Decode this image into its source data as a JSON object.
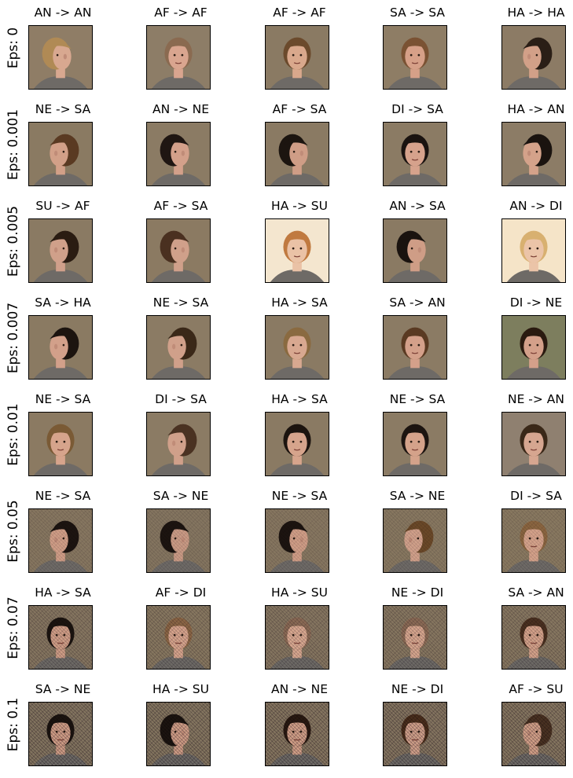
{
  "figure": {
    "rows": [
      {
        "eps_label": "Eps: 0",
        "cells": [
          {
            "title": "AN -> AN",
            "bg": "#8f7d66",
            "hair": "#b08a55",
            "skin": "#d8a890",
            "view": "left"
          },
          {
            "title": "AF -> AF",
            "bg": "#8d7d67",
            "hair": "#8a6a50",
            "skin": "#d9a58f",
            "view": "front"
          },
          {
            "title": "AF -> AF",
            "bg": "#8a7a63",
            "hair": "#6b4a2c",
            "skin": "#d9a88c",
            "view": "front"
          },
          {
            "title": "SA -> SA",
            "bg": "#8e7d65",
            "hair": "#7a5233",
            "skin": "#d6a088",
            "view": "front"
          },
          {
            "title": "HA -> HA",
            "bg": "#8c7b65",
            "hair": "#2a1e16",
            "skin": "#d2a088",
            "view": "right"
          }
        ]
      },
      {
        "eps_label": "Eps: 0.001",
        "cells": [
          {
            "title": "NE -> SA",
            "bg": "#8a7a62",
            "hair": "#5a3a22",
            "skin": "#d2a088",
            "view": "right"
          },
          {
            "title": "AN -> NE",
            "bg": "#8b7b64",
            "hair": "#1f1612",
            "skin": "#d3a08a",
            "view": "left"
          },
          {
            "title": "AF -> SA",
            "bg": "#8a7a63",
            "hair": "#1c1510",
            "skin": "#cf9d86",
            "view": "left"
          },
          {
            "title": "DI -> SA",
            "bg": "#8b7b64",
            "hair": "#1a1310",
            "skin": "#d6a28c",
            "view": "front"
          },
          {
            "title": "HA -> AN",
            "bg": "#8c7c66",
            "hair": "#1a130f",
            "skin": "#d4a28a",
            "view": "right"
          }
        ]
      },
      {
        "eps_label": "Eps: 0.005",
        "cells": [
          {
            "title": "SU -> AF",
            "bg": "#8a7a63",
            "hair": "#2a1c12",
            "skin": "#d0a08a",
            "view": "right"
          },
          {
            "title": "AF -> SA",
            "bg": "#8b7a62",
            "hair": "#4a3020",
            "skin": "#d0a08a",
            "view": "left"
          },
          {
            "title": "HA -> SU",
            "bg": "#f4e6cf",
            "hair": "#c07a40",
            "skin": "#eac2a6",
            "view": "front"
          },
          {
            "title": "AN -> SA",
            "bg": "#8a7a63",
            "hair": "#1a130f",
            "skin": "#cf9d86",
            "view": "left"
          },
          {
            "title": "AN -> DI",
            "bg": "#f5e4c8",
            "hair": "#d8b070",
            "skin": "#ebc4a8",
            "view": "front"
          }
        ]
      },
      {
        "eps_label": "Eps: 0.007",
        "cells": [
          {
            "title": "SA -> HA",
            "bg": "#8a7a62",
            "hair": "#1c140f",
            "skin": "#d2a08a",
            "view": "right"
          },
          {
            "title": "NE -> SA",
            "bg": "#8b7b64",
            "hair": "#3a2818",
            "skin": "#d0a08a",
            "view": "right"
          },
          {
            "title": "HA -> SA",
            "bg": "#8a7a63",
            "hair": "#8a6a40",
            "skin": "#d8a890",
            "view": "front"
          },
          {
            "title": "SA -> AN",
            "bg": "#8b7b64",
            "hair": "#5a3a22",
            "skin": "#d4a08a",
            "view": "front"
          },
          {
            "title": "DI -> NE",
            "bg": "#7d7e5e",
            "hair": "#2a1a10",
            "skin": "#d4a08a",
            "view": "front"
          }
        ]
      },
      {
        "eps_label": "Eps: 0.01",
        "cells": [
          {
            "title": "NE -> SA",
            "bg": "#8b7a62",
            "hair": "#7a5a35",
            "skin": "#d6a48c",
            "view": "front"
          },
          {
            "title": "DI -> SA",
            "bg": "#8b7b64",
            "hair": "#4a3222",
            "skin": "#d0a08a",
            "view": "right"
          },
          {
            "title": "HA -> SA",
            "bg": "#8a7a63",
            "hair": "#1c140f",
            "skin": "#d6a48c",
            "view": "front"
          },
          {
            "title": "NE -> SA",
            "bg": "#8b7b64",
            "hair": "#1c1410",
            "skin": "#d4a28a",
            "view": "front"
          },
          {
            "title": "NE -> AN",
            "bg": "#8f8070",
            "hair": "#3a2818",
            "skin": "#d6a690",
            "view": "front"
          }
        ]
      },
      {
        "eps_label": "Eps: 0.05",
        "cells": [
          {
            "title": "NE -> SA",
            "bg": "#867660",
            "hair": "#1c1410",
            "skin": "#cf9d86",
            "view": "right"
          },
          {
            "title": "SA -> NE",
            "bg": "#847560",
            "hair": "#1c1410",
            "skin": "#c99a84",
            "view": "left"
          },
          {
            "title": "NE -> SA",
            "bg": "#867660",
            "hair": "#1c1410",
            "skin": "#cf9d86",
            "view": "left"
          },
          {
            "title": "SA -> NE",
            "bg": "#877760",
            "hair": "#6a4828",
            "skin": "#d0a08a",
            "view": "right"
          },
          {
            "title": "DI -> SA",
            "bg": "#887860",
            "hair": "#8a6540",
            "skin": "#d4a28a",
            "view": "front"
          }
        ]
      },
      {
        "eps_label": "Eps: 0.07",
        "cells": [
          {
            "title": "HA -> SA",
            "bg": "#857560",
            "hair": "#1c1410",
            "skin": "#cf9d86",
            "view": "front"
          },
          {
            "title": "AF -> DI",
            "bg": "#877760",
            "hair": "#8a6545",
            "skin": "#d6a48c",
            "view": "front"
          },
          {
            "title": "HA -> SU",
            "bg": "#857560",
            "hair": "#8a6a55",
            "skin": "#d8a890",
            "view": "front"
          },
          {
            "title": "NE -> DI",
            "bg": "#867660",
            "hair": "#8a6a55",
            "skin": "#d6a68e",
            "view": "front"
          },
          {
            "title": "SA -> AN",
            "bg": "#867660",
            "hair": "#4a3020",
            "skin": "#d4a28a",
            "view": "front"
          }
        ]
      },
      {
        "eps_label": "Eps: 0.1",
        "cells": [
          {
            "title": "SA -> NE",
            "bg": "#837460",
            "hair": "#1c1410",
            "skin": "#cf9d86",
            "view": "front"
          },
          {
            "title": "HA -> SU",
            "bg": "#847560",
            "hair": "#1c1410",
            "skin": "#cf9d86",
            "view": "left"
          },
          {
            "title": "AN -> NE",
            "bg": "#857560",
            "hair": "#2a1a12",
            "skin": "#d2a088",
            "view": "front"
          },
          {
            "title": "NE -> DI",
            "bg": "#847460",
            "hair": "#4a2e1c",
            "skin": "#d0a08a",
            "view": "front"
          },
          {
            "title": "AF -> SU",
            "bg": "#857560",
            "hair": "#4a3222",
            "skin": "#d2a088",
            "view": "right"
          }
        ]
      }
    ]
  }
}
